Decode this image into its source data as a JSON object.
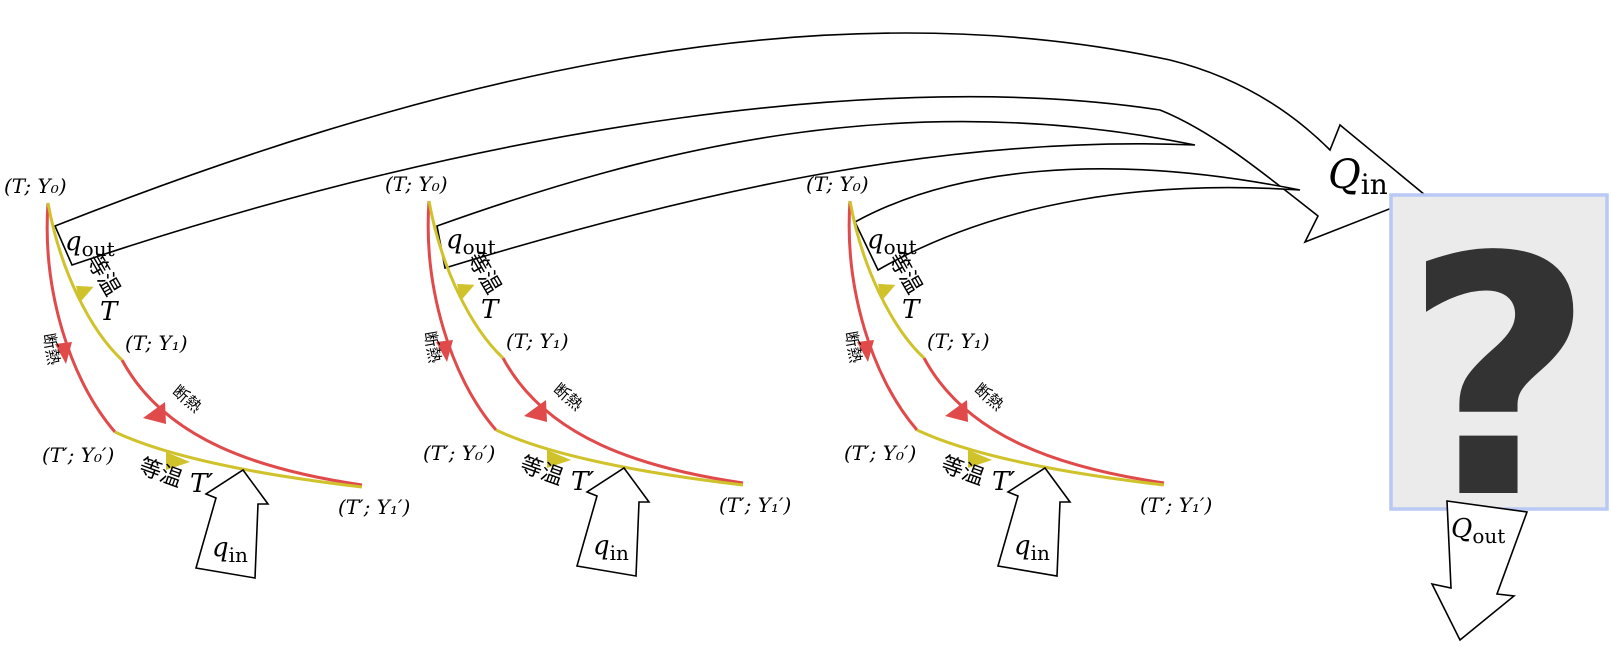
{
  "cycles": [
    {
      "corner_top_left": "(T; Y₀)",
      "corner_mid_right": "(T; Y₁)",
      "corner_bottom_left": "(T′; Y₀′)",
      "corner_bottom_right": "(T′; Y₁′)",
      "heat_out": "qout",
      "heat_in": "qin",
      "isothermal_hot_kanji": "等温",
      "isothermal_hot_temp": "T",
      "isothermal_cold_kanji": "等温",
      "isothermal_cold_temp": "T′",
      "adiabatic_left": "断熱",
      "adiabatic_right": "断熱"
    },
    {
      "corner_top_left": "(T; Y₀)",
      "corner_mid_right": "(T; Y₁)",
      "corner_bottom_left": "(T′; Y₀′)",
      "corner_bottom_right": "(T′; Y₁′)",
      "heat_out": "qout",
      "heat_in": "qin",
      "isothermal_hot_kanji": "等温",
      "isothermal_hot_temp": "T",
      "isothermal_cold_kanji": "等温",
      "isothermal_cold_temp": "T′",
      "adiabatic_left": "断熱",
      "adiabatic_right": "断熱"
    },
    {
      "corner_top_left": "(T; Y₀)",
      "corner_mid_right": "(T; Y₁)",
      "corner_bottom_left": "(T′; Y₀′)",
      "corner_bottom_right": "(T′; Y₁′)",
      "heat_out": "qout",
      "heat_in": "qin",
      "isothermal_hot_kanji": "等温",
      "isothermal_hot_temp": "T",
      "isothermal_cold_kanji": "等温",
      "isothermal_cold_temp": "T′",
      "adiabatic_left": "断熱",
      "adiabatic_right": "断熱"
    }
  ],
  "combined": {
    "total_heat_in": "Qin",
    "total_heat_out": "Qout",
    "unknown_symbol": "?"
  },
  "colors": {
    "isothermal": "#cfc22a",
    "adiabatic": "#e04a4a",
    "box_fill": "#ebebeb",
    "box_border": "#b9c8f5",
    "question_mark": "#333333"
  }
}
